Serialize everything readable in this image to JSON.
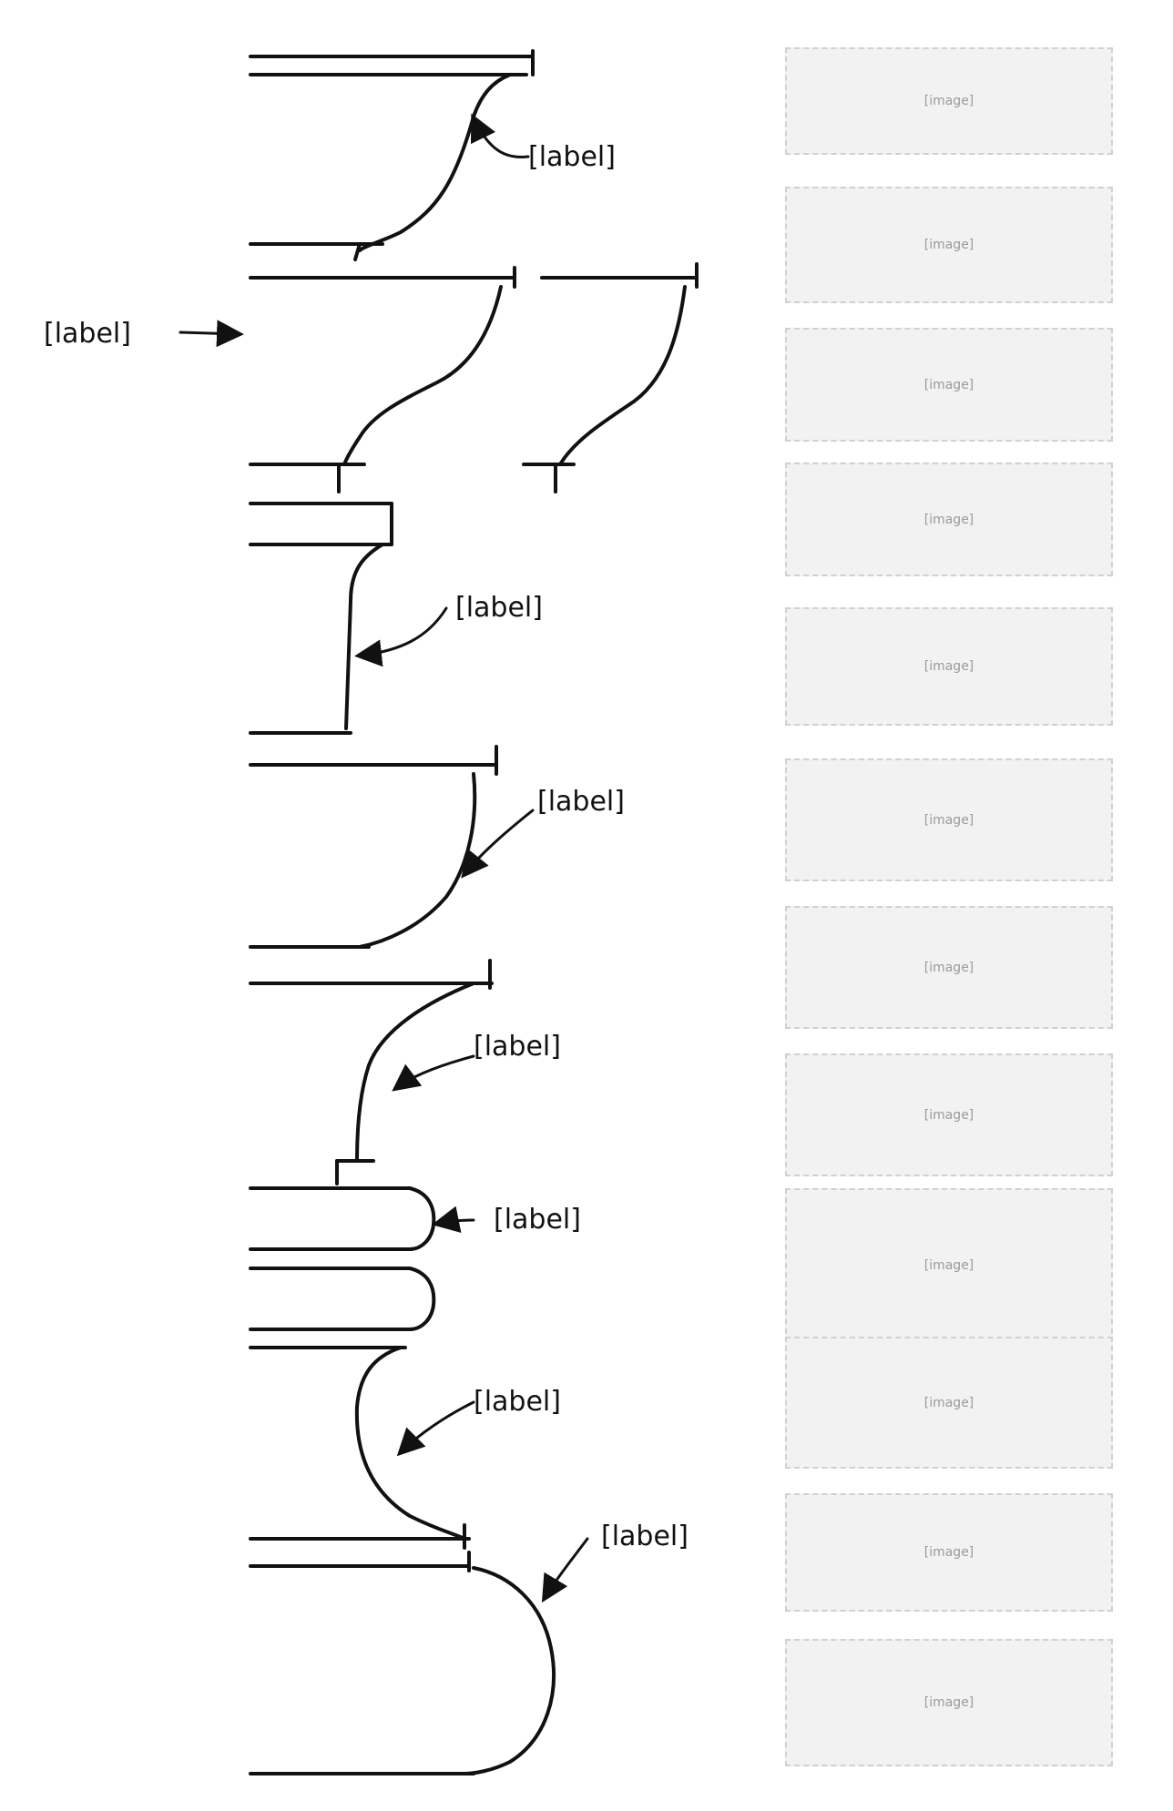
{
  "labels": {
    "curve_1": "[label]",
    "curve_2": "[label]",
    "curve_3": "[label]",
    "curve_4": "[label]",
    "curve_5": "[label]",
    "curve_6": "[label]",
    "curve_7": "[label]",
    "curve_8": "[label]"
  },
  "ornaments": {
    "placeholder_label": "[image]"
  }
}
